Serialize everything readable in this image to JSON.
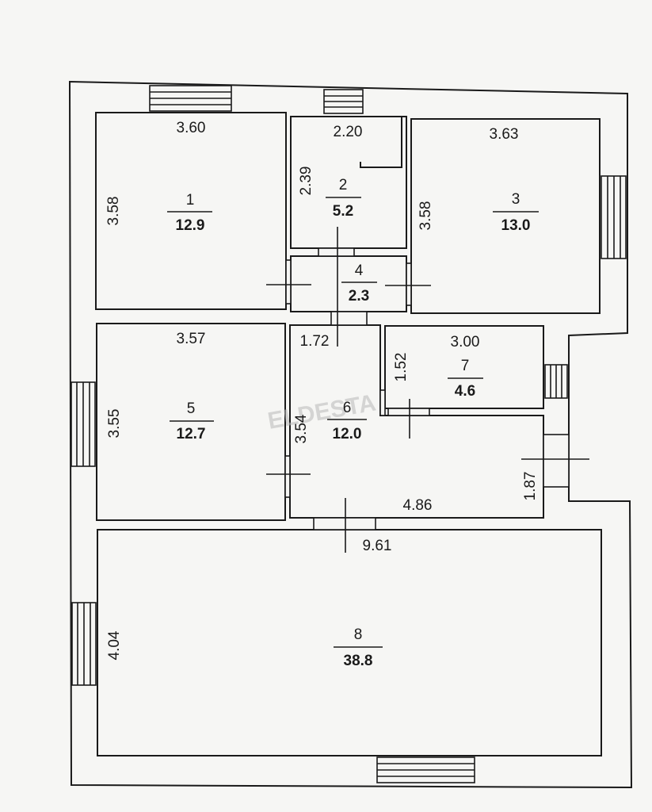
{
  "watermark": "ELDESTA",
  "rooms": [
    {
      "id": "room-1",
      "number": "1",
      "area": "12.9"
    },
    {
      "id": "room-2",
      "number": "2",
      "area": "5.2"
    },
    {
      "id": "room-3",
      "number": "3",
      "area": "13.0"
    },
    {
      "id": "room-4",
      "number": "4",
      "area": "2.3"
    },
    {
      "id": "room-5",
      "number": "5",
      "area": "12.7"
    },
    {
      "id": "room-6",
      "number": "6",
      "area": "12.0"
    },
    {
      "id": "room-7",
      "number": "7",
      "area": "4.6"
    },
    {
      "id": "room-8",
      "number": "8",
      "area": "38.8"
    }
  ],
  "dimensions": {
    "r1_width": "3.60",
    "r1_height": "3.58",
    "r2_width": "2.20",
    "r2_height": "2.39",
    "r3_width": "3.63",
    "r3_height": "3.58",
    "r5_width": "3.57",
    "r5_height": "3.55",
    "r6_top": "1.72",
    "r6_height": "3.54",
    "r6_bottom": "4.86",
    "r7_width": "3.00",
    "r7_height": "1.52",
    "side_right": "1.87",
    "r8_width": "9.61",
    "r8_height": "4.04"
  }
}
